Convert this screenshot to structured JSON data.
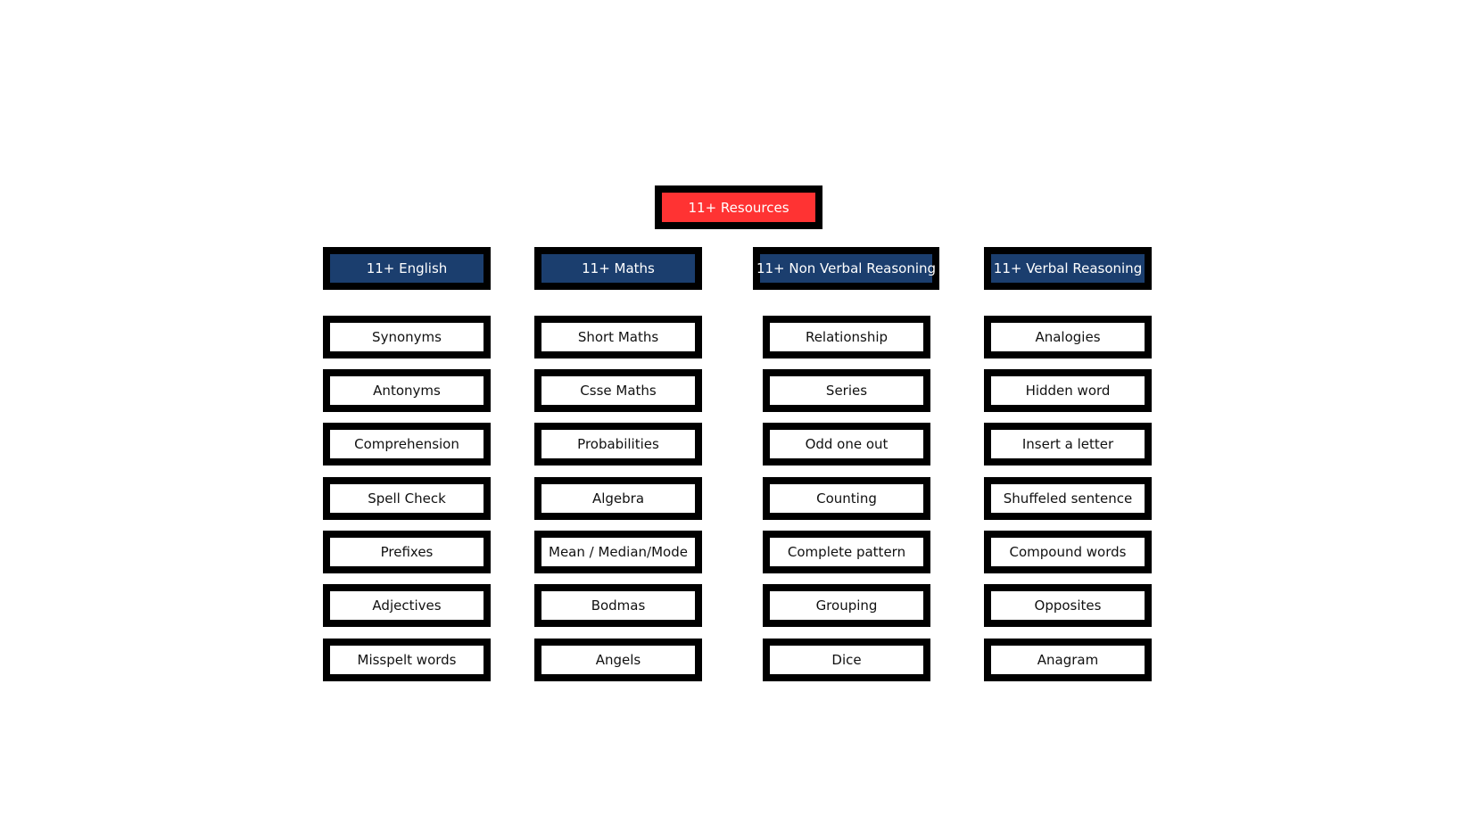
{
  "colors": {
    "root_fill": "#ff3333",
    "header_fill": "#1b3e6e",
    "border": "#000000",
    "topic_fill": "#ffffff"
  },
  "root": {
    "label": "11+ Resources"
  },
  "columns": [
    {
      "header": "11+ English",
      "topics": [
        "Synonyms",
        "Antonyms",
        "Comprehension",
        "Spell Check",
        "Prefixes",
        "Adjectives",
        "Misspelt words"
      ]
    },
    {
      "header": "11+ Maths",
      "topics": [
        "Short Maths",
        "Csse Maths",
        "Probabilities",
        "Algebra",
        "Mean / Median/Mode",
        "Bodmas",
        "Angels"
      ]
    },
    {
      "header": "11+ Non Verbal Reasoning",
      "topics": [
        "Relationship",
        "Series",
        "Odd one out",
        "Counting",
        "Complete pattern",
        "Grouping",
        "Dice"
      ]
    },
    {
      "header": "11+ Verbal Reasoning",
      "topics": [
        "Analogies",
        "Hidden word",
        "Insert a letter",
        "Shuffeled sentence",
        "Compound words",
        "Opposites",
        "Anagram"
      ]
    }
  ]
}
